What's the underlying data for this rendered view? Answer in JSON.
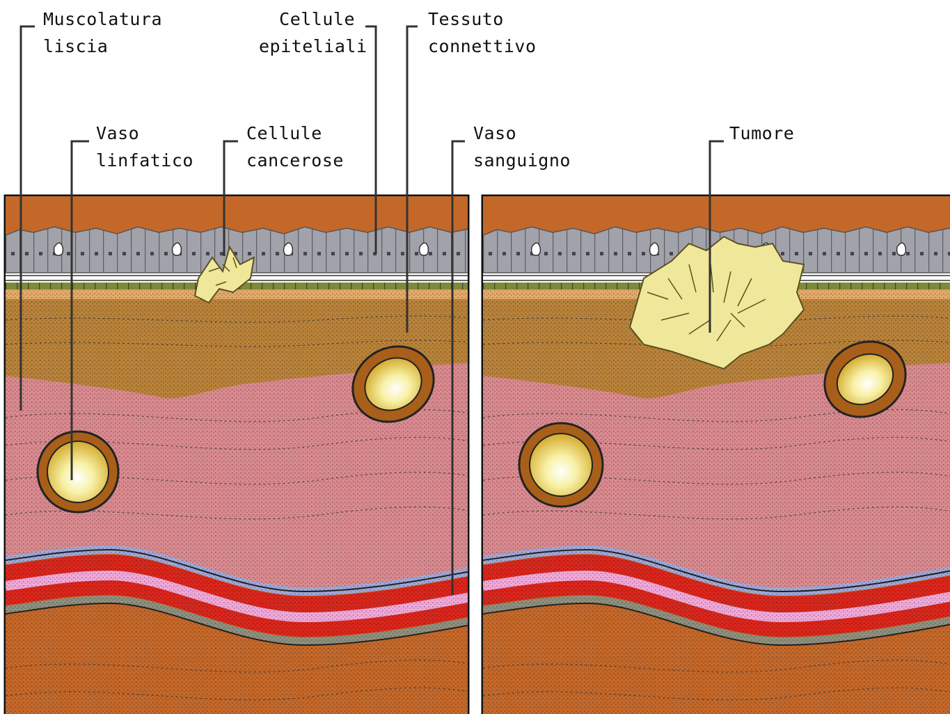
{
  "labels": {
    "muscolatura": "Muscolatura\nliscia",
    "epiteliali": "Cellule\nepiteliali",
    "tessuto": "Tessuto\nconnettivo",
    "linfatico": "Vaso\nlinfatico",
    "cancerose": "Cellule\ncancerose",
    "sanguigno": "Vaso\nsanguigno",
    "tumore": "Tumore"
  },
  "colors": {
    "epithelium": "#9c9ca4",
    "epithelium_dark": "#6f6f78",
    "basement": "#7d8a3a",
    "connective": "#b9823a",
    "connective_light": "#e2aa6a",
    "muscle": "#d98a8f",
    "muscle_dark": "#b85f66",
    "blood_red": "#d9261c",
    "blood_pink": "#f0a8d8",
    "vein_wall_blue": "#9fa8d8",
    "vein_wall_grey": "#8f8f7e",
    "deep_tissue": "#c4682a",
    "vessel_ring": "#a85f1a",
    "vessel_core": "#f6ec8a",
    "cancer_cell": "#efe79a",
    "leader": "#333333"
  }
}
